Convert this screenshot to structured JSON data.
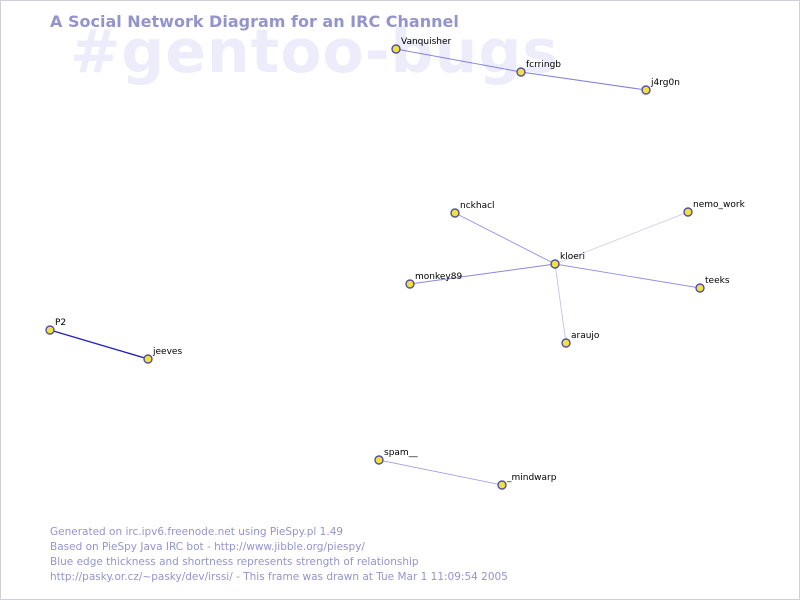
{
  "title": "A Social Network Diagram for an IRC Channel",
  "channel": "#gentoo-bugs",
  "footer": {
    "line1": "Generated on irc.ipv6.freenode.net using PieSpy.pl 1.49",
    "line2": "Based on PieSpy Java IRC bot - http://www.jibble.org/piespy/",
    "line3": "Blue edge thickness and shortness represents strength of relationship",
    "line4": "http://pasky.or.cz/~pasky/dev/irssi/ - This frame was drawn at Tue Mar  1 11:09:54 2005"
  },
  "colors": {
    "node_fill": "#f0e040",
    "node_stroke": "#5050a0",
    "edge": "#2020c0"
  },
  "nodes": [
    {
      "id": "Vanquisher",
      "label": "Vanquisher"
    },
    {
      "id": "fcrringb",
      "label": "fcrringb"
    },
    {
      "id": "j4rg0n",
      "label": "j4rg0n"
    },
    {
      "id": "nckhacl",
      "label": "nckhacl"
    },
    {
      "id": "nemo_work",
      "label": "nemo_work"
    },
    {
      "id": "kloeri",
      "label": "kloeri"
    },
    {
      "id": "monkey89",
      "label": "monkey89"
    },
    {
      "id": "teeks",
      "label": "teeks"
    },
    {
      "id": "araujo",
      "label": "araujo"
    },
    {
      "id": "P2",
      "label": "P2"
    },
    {
      "id": "jeeves",
      "label": "jeeves"
    },
    {
      "id": "spam__",
      "label": "spam__"
    },
    {
      "id": "_mindwarp",
      "label": "_mindwarp"
    }
  ],
  "edges": [
    {
      "source": "Vanquisher",
      "target": "fcrringb",
      "strength": 0.45
    },
    {
      "source": "fcrringb",
      "target": "j4rg0n",
      "strength": 0.5
    },
    {
      "source": "nckhacl",
      "target": "kloeri",
      "strength": 0.4
    },
    {
      "source": "nemo_work",
      "target": "kloeri",
      "strength": 0.12
    },
    {
      "source": "monkey89",
      "target": "kloeri",
      "strength": 0.45
    },
    {
      "source": "teeks",
      "target": "kloeri",
      "strength": 0.4
    },
    {
      "source": "araujo",
      "target": "kloeri",
      "strength": 0.2
    },
    {
      "source": "P2",
      "target": "jeeves",
      "strength": 1.0
    },
    {
      "source": "spam__",
      "target": "_mindwarp",
      "strength": 0.35
    }
  ]
}
